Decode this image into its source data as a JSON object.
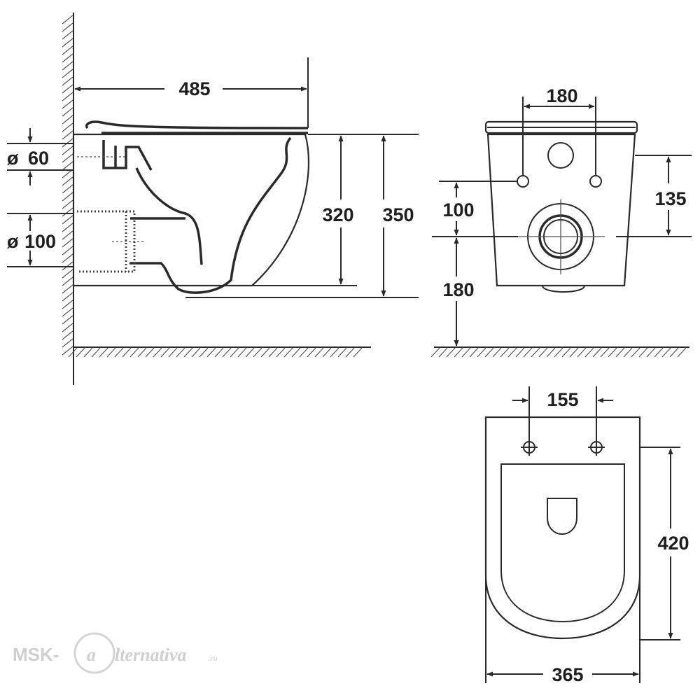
{
  "dimensions": {
    "side_length": "485",
    "inlet_diameter": "60",
    "outlet_diameter": "100",
    "inner_height": "320",
    "total_height": "350",
    "rear_holes_spacing": "180",
    "rear_upper_offset": "135",
    "rear_outlet_offset": "100",
    "floor_clearance": "180",
    "top_holes_spacing": "155",
    "top_depth": "420",
    "top_width": "365"
  },
  "diameter_symbol": "ø",
  "watermark": {
    "prefix": "MSK-",
    "mark": "a",
    "suffix": "lternativa",
    "domain": ".ru"
  },
  "colors": {
    "line": "#2a2a2a",
    "watermark": "#cfcfcf",
    "background": "#ffffff"
  }
}
